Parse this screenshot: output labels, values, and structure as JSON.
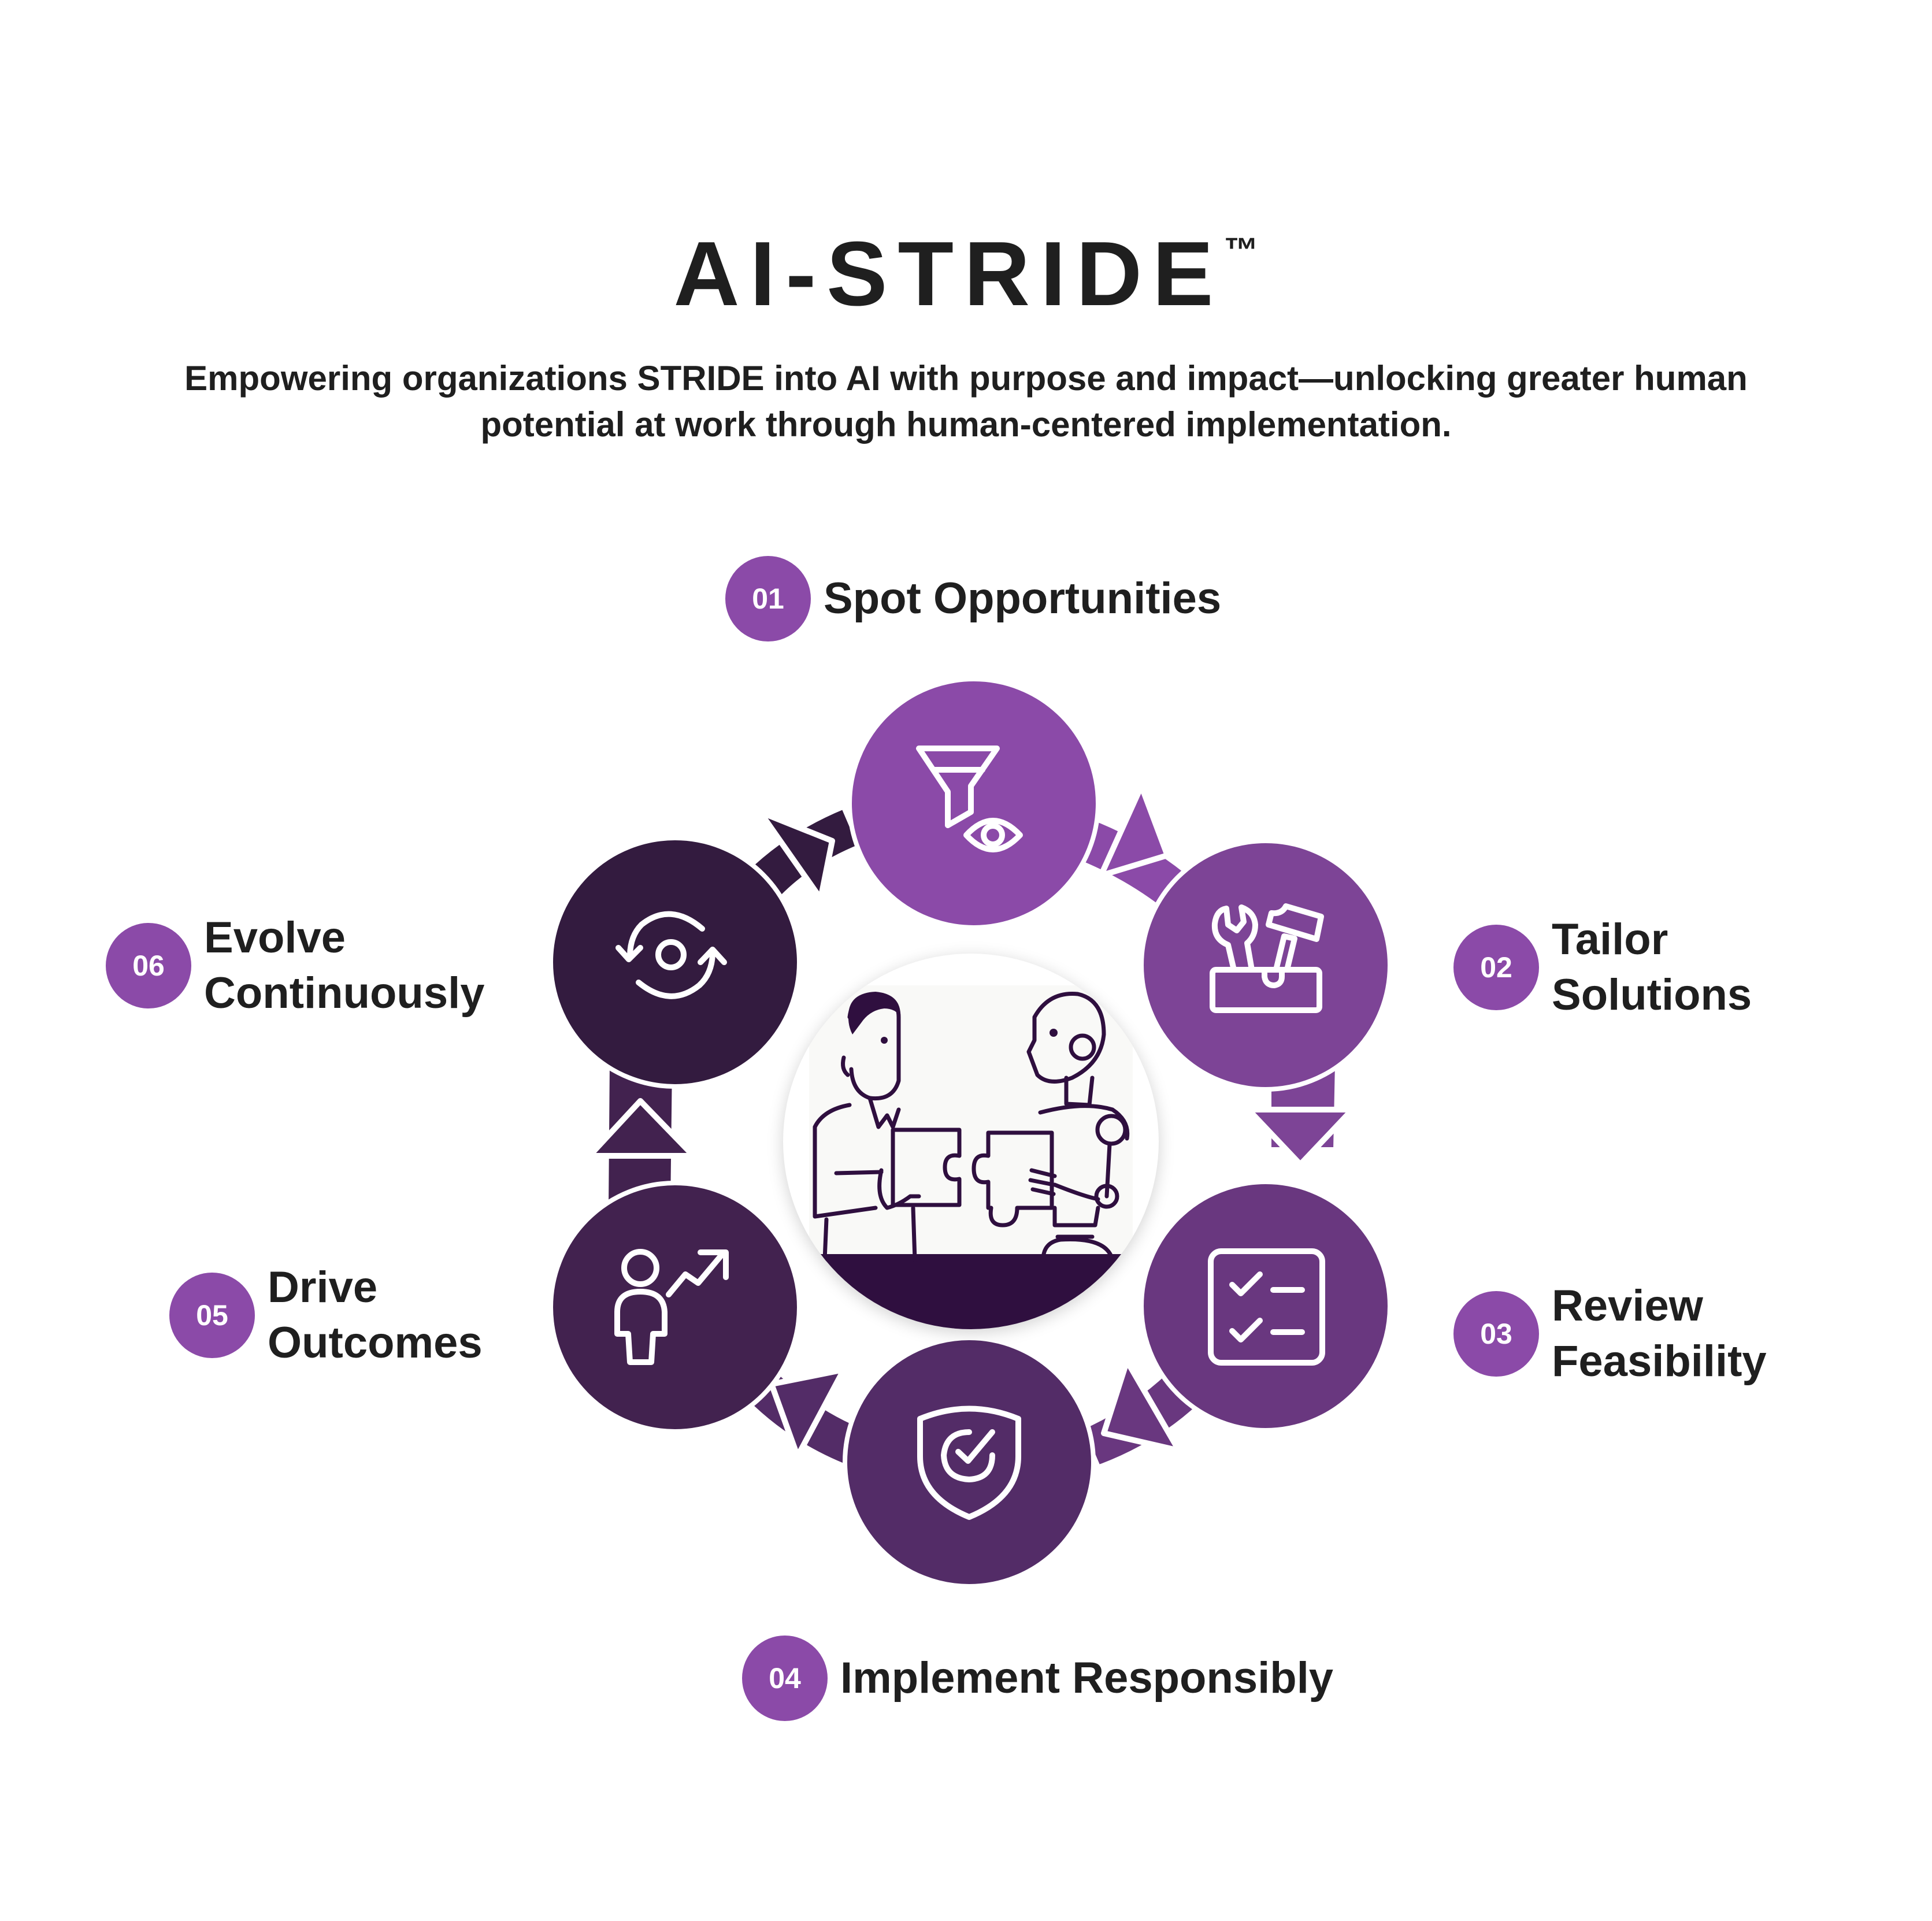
{
  "header": {
    "title": "AI-STRIDE",
    "trademark": "™",
    "subtitle": "Empowering organizations STRIDE into AI with purpose and impact—unlocking greater human potential at work through human-centered implementation."
  },
  "colors": {
    "step1": "#8b4aa8",
    "step2": "#7d4496",
    "step3": "#69377f",
    "step4": "#532c67",
    "step5": "#42224f",
    "step6": "#331b3f",
    "badge": "#8b4aa8",
    "text": "#1f1f1f",
    "illustration_ink": "#2f0f3f"
  },
  "steps": [
    {
      "number": "01",
      "label": "Spot Opportunities",
      "icon": "funnel-eye-icon"
    },
    {
      "number": "02",
      "label": "Tailor\nSolutions",
      "icon": "toolbox-icon"
    },
    {
      "number": "03",
      "label": "Review\nFeasibility",
      "icon": "checklist-icon"
    },
    {
      "number": "04",
      "label": "Implement Responsibly",
      "icon": "shield-check-icon"
    },
    {
      "number": "05",
      "label": "Drive\nOutcomes",
      "icon": "person-growth-icon"
    },
    {
      "number": "06",
      "label": "Evolve\nContinuously",
      "icon": "cycle-refresh-icon"
    }
  ],
  "center": {
    "illustration": "human-and-robot-puzzle-illustration"
  }
}
